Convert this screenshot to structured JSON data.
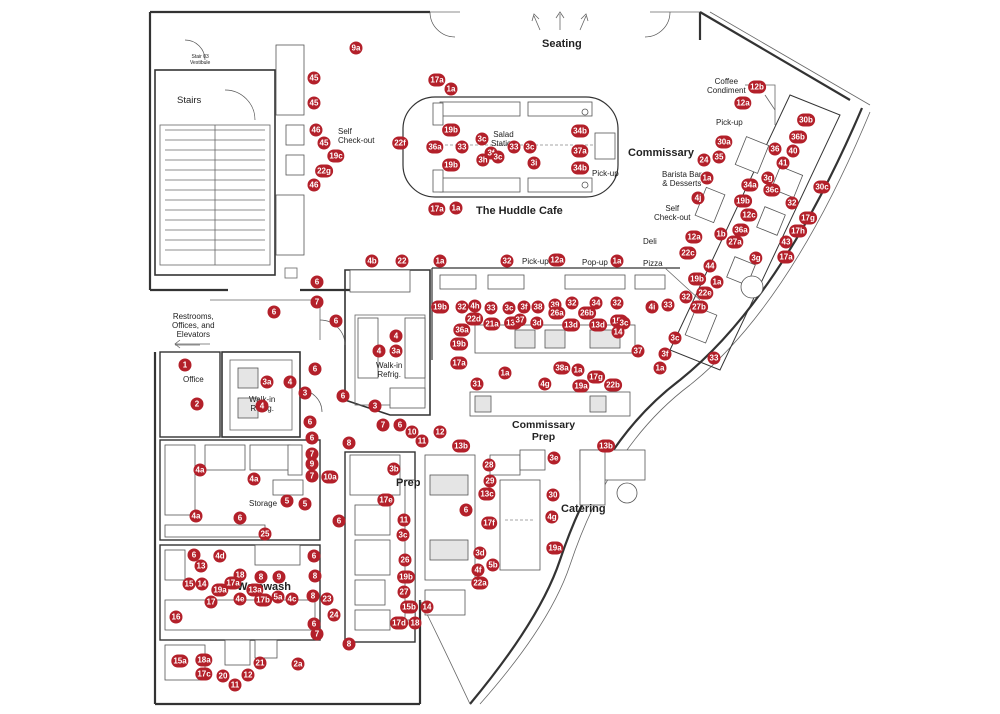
{
  "rooms": {
    "seating": "Seating",
    "stair_vestibule": "Stair 03\nVestibule",
    "stairs": "Stairs",
    "self_checkout_left": "Self\nCheck-out",
    "salad_station": "Salad\nStation",
    "huddle_cafe": "The Huddle Cafe",
    "commissary": "Commissary",
    "pickup_cafe": "Pick-up",
    "coffee_condiment": "Coffee\nCondiment",
    "pickup_right": "Pick-up",
    "barista": "Barista Bar\n& Desserts",
    "self_checkout_right": "Self\nCheck-out",
    "deli": "Deli",
    "pizza": "Pizza",
    "pickup_line": "Pick-up",
    "popup": "Pop-up",
    "restrooms": "Restrooms,\nOffices, and\nElevators",
    "office": "Office",
    "walkin1": "Walk-in\nRefrig.",
    "walkin2": "Walk-in\nRefrig.",
    "commissary_prep": "Commissary\nPrep",
    "storage": "Storage",
    "prep": "Prep",
    "catering": "Catering",
    "warewash": "Warewash"
  },
  "tags": [
    {
      "id": "9a"
    },
    {
      "id": "45"
    },
    {
      "id": "45"
    },
    {
      "id": "46"
    },
    {
      "id": "45"
    },
    {
      "id": "19c"
    },
    {
      "id": "22g"
    },
    {
      "id": "46"
    },
    {
      "id": "17a"
    },
    {
      "id": "1a"
    },
    {
      "id": "22f"
    },
    {
      "id": "36a"
    },
    {
      "id": "19b"
    },
    {
      "id": "3c"
    },
    {
      "id": "3f"
    },
    {
      "id": "33"
    },
    {
      "id": "3c"
    },
    {
      "id": "34b"
    },
    {
      "id": "33"
    },
    {
      "id": "37a"
    },
    {
      "id": "3h"
    },
    {
      "id": "3c"
    },
    {
      "id": "3i"
    },
    {
      "id": "34b"
    },
    {
      "id": "19b"
    },
    {
      "id": "17a"
    },
    {
      "id": "1a"
    },
    {
      "id": "12b"
    },
    {
      "id": "12a"
    },
    {
      "id": "30b"
    },
    {
      "id": "36b"
    },
    {
      "id": "30a"
    },
    {
      "id": "36"
    },
    {
      "id": "40"
    },
    {
      "id": "35"
    },
    {
      "id": "24"
    },
    {
      "id": "41"
    },
    {
      "id": "1a"
    },
    {
      "id": "3g"
    },
    {
      "id": "34a"
    },
    {
      "id": "30c"
    },
    {
      "id": "36c"
    },
    {
      "id": "4j"
    },
    {
      "id": "19b"
    },
    {
      "id": "32"
    },
    {
      "id": "12c"
    },
    {
      "id": "17g"
    },
    {
      "id": "36a"
    },
    {
      "id": "17h"
    },
    {
      "id": "1b"
    },
    {
      "id": "43"
    },
    {
      "id": "27a"
    },
    {
      "id": "12a"
    },
    {
      "id": "3g"
    },
    {
      "id": "22c"
    },
    {
      "id": "17a"
    },
    {
      "id": "44"
    },
    {
      "id": "19b"
    },
    {
      "id": "1a"
    },
    {
      "id": "22e"
    },
    {
      "id": "32"
    },
    {
      "id": "27b"
    },
    {
      "id": "33"
    },
    {
      "id": "4b"
    },
    {
      "id": "22"
    },
    {
      "id": "1a"
    },
    {
      "id": "32"
    },
    {
      "id": "12a"
    },
    {
      "id": "1a"
    },
    {
      "id": "6"
    },
    {
      "id": "7"
    },
    {
      "id": "6"
    },
    {
      "id": "19b"
    },
    {
      "id": "32"
    },
    {
      "id": "4h"
    },
    {
      "id": "33"
    },
    {
      "id": "3c"
    },
    {
      "id": "3f"
    },
    {
      "id": "38"
    },
    {
      "id": "39"
    },
    {
      "id": "32"
    },
    {
      "id": "34"
    },
    {
      "id": "32"
    },
    {
      "id": "4i"
    },
    {
      "id": "22d"
    },
    {
      "id": "21a"
    },
    {
      "id": "13d"
    },
    {
      "id": "37"
    },
    {
      "id": "26a"
    },
    {
      "id": "26b"
    },
    {
      "id": "15b"
    },
    {
      "id": "3d"
    },
    {
      "id": "13d"
    },
    {
      "id": "13d"
    },
    {
      "id": "3c"
    },
    {
      "id": "14"
    },
    {
      "id": "36a"
    },
    {
      "id": "3c"
    },
    {
      "id": "3f"
    },
    {
      "id": "33"
    },
    {
      "id": "1a"
    },
    {
      "id": "19b"
    },
    {
      "id": "17a"
    },
    {
      "id": "1a"
    },
    {
      "id": "38a"
    },
    {
      "id": "1a"
    },
    {
      "id": "37"
    },
    {
      "id": "6"
    },
    {
      "id": "4"
    },
    {
      "id": "4"
    },
    {
      "id": "3a"
    },
    {
      "id": "1"
    },
    {
      "id": "3a"
    },
    {
      "id": "4"
    },
    {
      "id": "6"
    },
    {
      "id": "3"
    },
    {
      "id": "4"
    },
    {
      "id": "6"
    },
    {
      "id": "3"
    },
    {
      "id": "2"
    },
    {
      "id": "6"
    },
    {
      "id": "7"
    },
    {
      "id": "6"
    },
    {
      "id": "10"
    },
    {
      "id": "12"
    },
    {
      "id": "11"
    },
    {
      "id": "6"
    },
    {
      "id": "7"
    },
    {
      "id": "9"
    },
    {
      "id": "31"
    },
    {
      "id": "4g"
    },
    {
      "id": "19a"
    },
    {
      "id": "17g"
    },
    {
      "id": "22b"
    },
    {
      "id": "13b"
    },
    {
      "id": "13b"
    },
    {
      "id": "8"
    },
    {
      "id": "4a"
    },
    {
      "id": "4a"
    },
    {
      "id": "7"
    },
    {
      "id": "3b"
    },
    {
      "id": "10a"
    },
    {
      "id": "17e"
    },
    {
      "id": "6"
    },
    {
      "id": "28"
    },
    {
      "id": "3e"
    },
    {
      "id": "29"
    },
    {
      "id": "13c"
    },
    {
      "id": "30"
    },
    {
      "id": "4g"
    },
    {
      "id": "17f"
    },
    {
      "id": "19a"
    },
    {
      "id": "5"
    },
    {
      "id": "4a"
    },
    {
      "id": "5"
    },
    {
      "id": "6"
    },
    {
      "id": "25"
    },
    {
      "id": "11"
    },
    {
      "id": "3c"
    },
    {
      "id": "6"
    },
    {
      "id": "6"
    },
    {
      "id": "6"
    },
    {
      "id": "4d"
    },
    {
      "id": "13"
    },
    {
      "id": "18"
    },
    {
      "id": "8"
    },
    {
      "id": "9"
    },
    {
      "id": "8"
    },
    {
      "id": "26"
    },
    {
      "id": "3d"
    },
    {
      "id": "4f"
    },
    {
      "id": "5b"
    },
    {
      "id": "19b"
    },
    {
      "id": "22a"
    },
    {
      "id": "15"
    },
    {
      "id": "14"
    },
    {
      "id": "17a"
    },
    {
      "id": "13a"
    },
    {
      "id": "19a"
    },
    {
      "id": "4e"
    },
    {
      "id": "17b"
    },
    {
      "id": "5a"
    },
    {
      "id": "4c"
    },
    {
      "id": "8"
    },
    {
      "id": "23"
    },
    {
      "id": "17"
    },
    {
      "id": "24"
    },
    {
      "id": "27"
    },
    {
      "id": "15b"
    },
    {
      "id": "14"
    },
    {
      "id": "16"
    },
    {
      "id": "6"
    },
    {
      "id": "7"
    },
    {
      "id": "17d"
    },
    {
      "id": "18"
    },
    {
      "id": "8"
    },
    {
      "id": "15a"
    },
    {
      "id": "18a"
    },
    {
      "id": "17c"
    },
    {
      "id": "20"
    },
    {
      "id": "11"
    },
    {
      "id": "12"
    },
    {
      "id": "21"
    },
    {
      "id": "2a"
    }
  ]
}
